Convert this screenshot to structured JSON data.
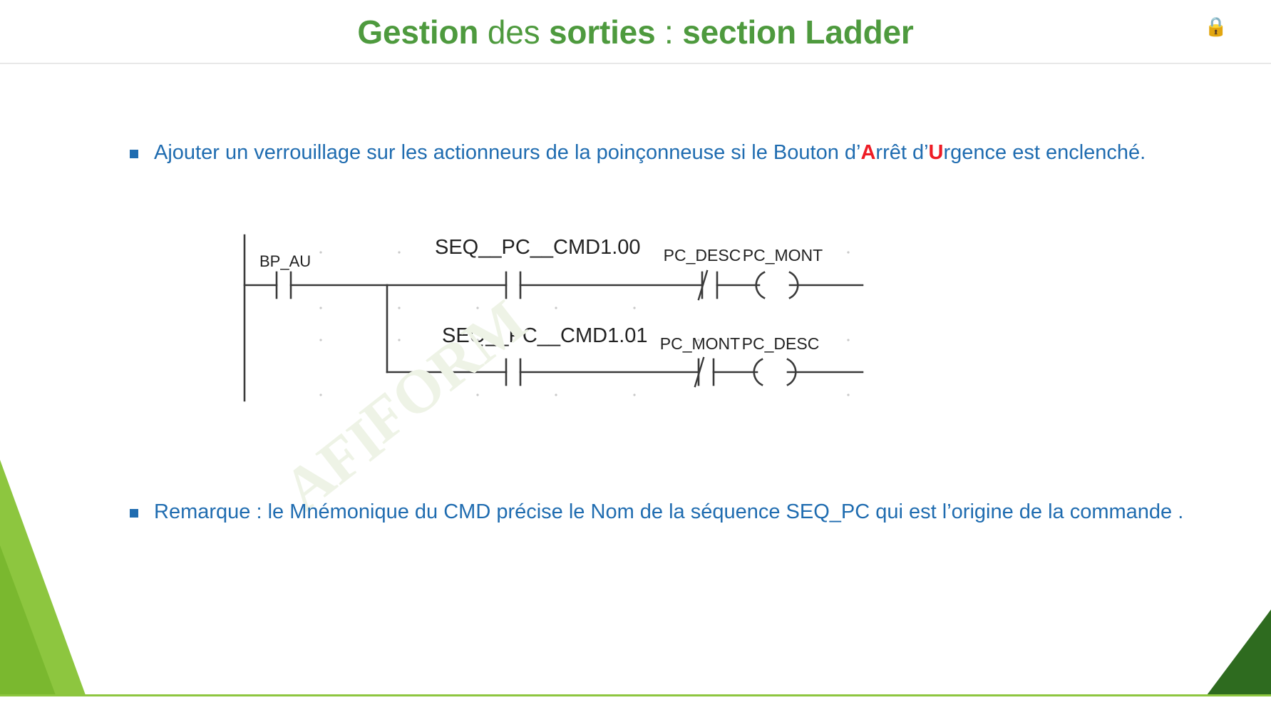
{
  "slide": {
    "title_parts": [
      {
        "text": "Gestion ",
        "bold": true
      },
      {
        "text": "des ",
        "bold": false
      },
      {
        "text": "sorties ",
        "bold": true
      },
      {
        "text": ": ",
        "bold": false
      },
      {
        "text": "section Ladder",
        "bold": true
      }
    ],
    "title_plain": "Gestion des sorties : section Ladder",
    "title_color": "#4e9a3e",
    "lock_icon": "lock-icon",
    "lock_glyph": "🔒"
  },
  "bullets": [
    {
      "marker": "square-bullet",
      "segments": [
        {
          "text": "Ajouter un verrouillage sur les actionneurs de la poinçonneuse si le Bouton d’",
          "accent": false
        },
        {
          "text": "A",
          "accent": true
        },
        {
          "text": "rrêt d’",
          "accent": false
        },
        {
          "text": "U",
          "accent": true
        },
        {
          "text": "rgence est enclenché.",
          "accent": false
        }
      ],
      "plain": "Ajouter un verrouillage sur les actionneurs de la poinçonneuse si le Bouton d’Arrêt d’Urgence est enclenché."
    },
    {
      "marker": "square-bullet",
      "segments": [
        {
          "text": "Remarque :  le Mnémonique du CMD précise le Nom de la séquence SEQ_PC qui est l’origine de la commande .",
          "accent": false
        }
      ],
      "plain": "Remarque :  le Mnémonique du CMD précise le Nom de la séquence SEQ_PC qui est l’origine de la commande ."
    }
  ],
  "bullet_color": "#1f6cb0",
  "accent_color": "#ee1c25",
  "ladder": {
    "input_contact": "BP_AU",
    "rungs": [
      {
        "branch_contact": "SEQ__PC__CMD1.00",
        "interlock_contact": "PC_DESC",
        "coil": "PC_MONT"
      },
      {
        "branch_contact": "SEQ__PC__CMD1.01",
        "interlock_contact": "PC_MONT",
        "coil": "PC_DESC"
      }
    ]
  },
  "watermark": {
    "line1": "FORM",
    "line2": "AFI"
  },
  "theme": {
    "green": "#8dc63f",
    "dark_green": "#4e9a3e",
    "blue": "#1f6cb0",
    "red": "#ee1c25",
    "line": "#3a3a3a"
  }
}
